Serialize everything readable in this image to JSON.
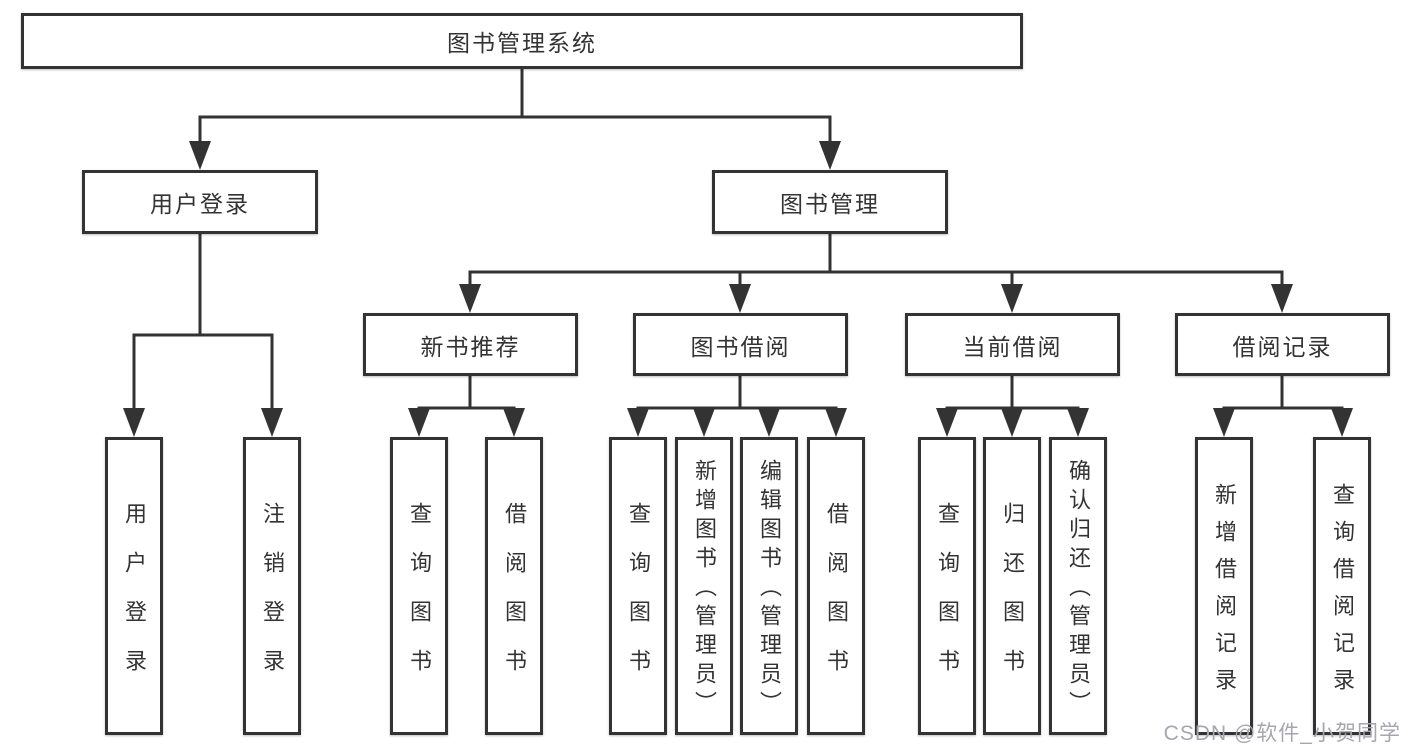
{
  "diagram": {
    "root": {
      "label": "图书管理系统"
    },
    "branches": [
      {
        "label": "用户登录",
        "children": [
          "用户登录",
          "注销登录"
        ]
      },
      {
        "label": "图书管理",
        "sections": [
          {
            "label": "新书推荐",
            "children": [
              "查询图书",
              "借阅图书"
            ]
          },
          {
            "label": "图书借阅",
            "children": [
              "查询图书",
              "新增图书（管理员）",
              "编辑图书（管理员）",
              "借阅图书"
            ]
          },
          {
            "label": "当前借阅",
            "children": [
              "查询图书",
              "归还图书",
              "确认归还（管理员）"
            ]
          },
          {
            "label": "借阅记录",
            "children": [
              "新增借阅记录",
              "查询借阅记录"
            ]
          }
        ]
      }
    ]
  },
  "watermark": "CSDN @软件_小贺同学",
  "colors": {
    "line": "#333333",
    "text": "#333333",
    "box_fill": "#ffffff",
    "watermark": "#a6a6ae"
  }
}
